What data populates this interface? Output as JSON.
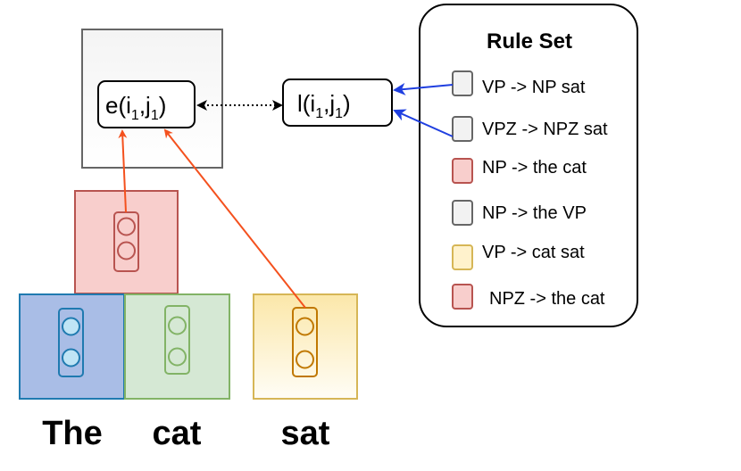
{
  "span_box": {
    "e_label_main": "e(i",
    "e_sub1": "1",
    "e_mid": ",j",
    "e_sub2": "1",
    "e_close": ")"
  },
  "rule_node": {
    "l_label_main": "l(i",
    "l_sub1": "1",
    "l_mid": ",j",
    "l_sub2": "1",
    "l_close": ")"
  },
  "rule_set": {
    "title": "Rule Set",
    "rules": [
      {
        "text": "VP -> NP sat",
        "color": "#f2f2f2",
        "stroke": "#666666"
      },
      {
        "text": "VPZ -> NPZ sat",
        "color": "#f2f2f2",
        "stroke": "#666666"
      },
      {
        "text": "NP -> the cat",
        "color": "#f8cecc",
        "stroke": "#b85450"
      },
      {
        "text": "NP -> the VP",
        "color": "#f2f2f2",
        "stroke": "#666666"
      },
      {
        "text": "VP -> cat sat",
        "color": "#fff2cc",
        "stroke": "#d6b656"
      },
      {
        "text": "NPZ -> the cat",
        "color": "#f8cecc",
        "stroke": "#b85450"
      }
    ]
  },
  "words": {
    "the": "The",
    "cat": "cat",
    "sat": "sat"
  },
  "colors": {
    "blue_fill": "#a9bde6",
    "blue_stroke": "#1f7ab0",
    "green_fill": "#d5e8d4",
    "green_stroke": "#82b366",
    "red_fill": "#f8cecc",
    "red_stroke": "#b85450",
    "yellow_fill": "#fff2cc",
    "yellow_stroke": "#d6b656",
    "orange_arrow": "#f4511e",
    "blue_arrow": "#1f3fe0"
  }
}
